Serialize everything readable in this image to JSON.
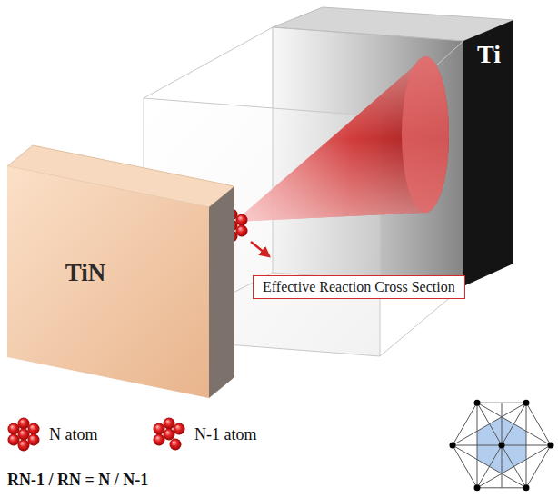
{
  "diagram": {
    "nodes": [
      {
        "text": [
          "TiN"
        ]
      },
      {
        "text": [
          "Ti"
        ]
      },
      {
        "text": [
          "Effective Reaction Cross Section"
        ]
      }
    ],
    "labels": [
      "RN-1 / RN = N / N-1"
    ],
    "legend": [
      {
        "text": "N atom"
      },
      {
        "text": "N-1 atom"
      }
    ]
  }
}
